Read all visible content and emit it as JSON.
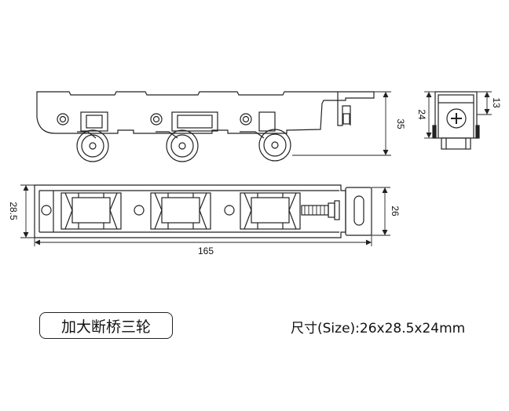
{
  "product_name": "加大断桥三轮",
  "size_label": "尺寸(Size):26x28.5x24mm",
  "dimensions": {
    "side_height": "35",
    "end_height": "24",
    "end_upper": "13",
    "top_width": "28.5",
    "top_right_width": "26",
    "total_length": "165"
  },
  "colors": {
    "line": "#222222",
    "background": "#ffffff"
  }
}
